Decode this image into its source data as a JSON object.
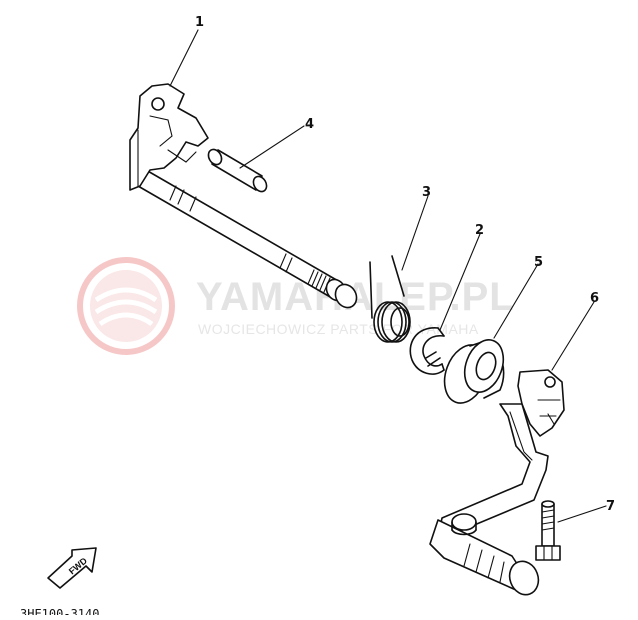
{
  "watermark": {
    "brand": "YAMAHALEP.PL",
    "sub": "WOJCIECHOWICZ  PARTS FOR YAMAHA",
    "logo_color": "#f2c9c9",
    "text_color": "#e3e3e3"
  },
  "callouts": [
    {
      "id": "callout-1",
      "label": "1"
    },
    {
      "id": "callout-2",
      "label": "2"
    },
    {
      "id": "callout-3",
      "label": "3"
    },
    {
      "id": "callout-4",
      "label": "4"
    },
    {
      "id": "callout-5",
      "label": "5"
    },
    {
      "id": "callout-6",
      "label": "6"
    },
    {
      "id": "callout-7",
      "label": "7"
    }
  ],
  "fwd_label": "FWD",
  "diagram_code": "3HE100-3140",
  "colors": {
    "ink": "#111111",
    "background": "#ffffff"
  }
}
